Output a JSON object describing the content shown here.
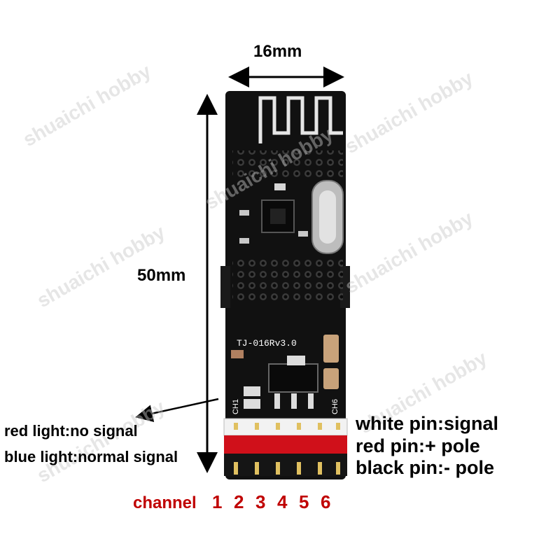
{
  "dimensions": {
    "width": "16mm",
    "height": "50mm"
  },
  "board_marking": "TJ-016Rv3.0",
  "silkscreen": {
    "ch1": "CH1",
    "ch6": "CH6"
  },
  "led_notes": {
    "red": "red light:no signal",
    "blue": "blue light:normal signal"
  },
  "pin_legend": {
    "white": "white pin:signal",
    "red": "red pin:+ pole",
    "black": "black pin:- pole"
  },
  "channel": {
    "label": "channel",
    "numbers": [
      "1",
      "2",
      "3",
      "4",
      "5",
      "6"
    ]
  },
  "watermark": "shuaichi hobby",
  "colors": {
    "pcb": "#101010",
    "channel_text": "#c00000",
    "white_header": "#f2f2f2",
    "red_header": "#d0101a",
    "black_header": "#151515"
  }
}
